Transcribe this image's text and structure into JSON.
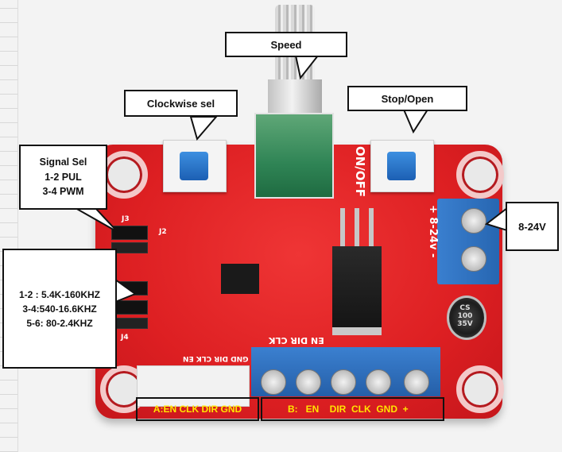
{
  "labels": {
    "speed": "Speed",
    "clockwise_sel": "Clockwise sel",
    "stop_open": "Stop/Open",
    "signal_sel": [
      "Signal Sel",
      "1-2 PUL",
      "3-4 PWM"
    ],
    "voltage": "8-24V",
    "frequency": [
      "1-2 : 5.4K-160KHZ",
      "3-4:540-16.6KHZ",
      "5-6: 80-2.4KHZ"
    ],
    "conn_a": "A:EN CLK DIR GND",
    "conn_b": "B:   EN    DIR  CLK  GND  +"
  },
  "silkscreen": {
    "on_off": "ON/OFF",
    "power": "+ 8-24v -",
    "terminal_row": "EN    DIR    CLK",
    "conn_small": "GND DIR CLK EN",
    "cap_value": "CS 100 35V",
    "j2": "J2",
    "j3": "J3",
    "j4": "J4"
  },
  "colors": {
    "board": "#dd1f22",
    "label_text": "#ffe400",
    "callout_border": "#111111"
  }
}
